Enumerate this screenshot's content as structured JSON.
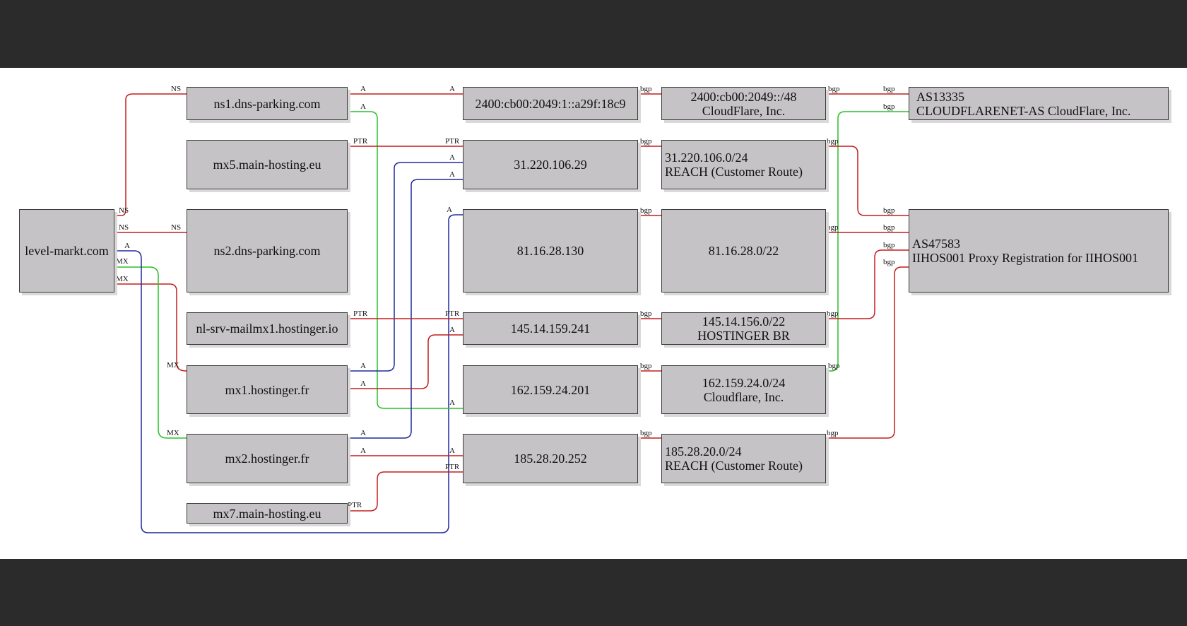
{
  "colors": {
    "red": "#c41e1e",
    "green": "#28c028",
    "blue": "#1e2a9a",
    "node_fill": "#c6c3c6"
  },
  "nodes": {
    "domain": {
      "lines": [
        "level-markt.com"
      ]
    },
    "ns1": {
      "lines": [
        "ns1.dns-parking.com"
      ]
    },
    "mx5": {
      "lines": [
        "mx5.main-hosting.eu"
      ]
    },
    "ns2": {
      "lines": [
        "ns2.dns-parking.com"
      ]
    },
    "nlsrv": {
      "lines": [
        "nl-srv-mailmx1.hostinger.io"
      ]
    },
    "mx1": {
      "lines": [
        "mx1.hostinger.fr"
      ]
    },
    "mx2": {
      "lines": [
        "mx2.hostinger.fr"
      ]
    },
    "mx7": {
      "lines": [
        "mx7.main-hosting.eu"
      ]
    },
    "ip6": {
      "lines": [
        "2400:cb00:2049:1::a29f:18c9"
      ]
    },
    "ip31": {
      "lines": [
        "31.220.106.29"
      ]
    },
    "ip81": {
      "lines": [
        "81.16.28.130"
      ]
    },
    "ip145": {
      "lines": [
        "145.14.159.241"
      ]
    },
    "ip162": {
      "lines": [
        "162.159.24.201"
      ]
    },
    "ip185": {
      "lines": [
        "185.28.20.252"
      ]
    },
    "pfx6": {
      "lines": [
        "2400:cb00:2049::/48",
        "CloudFlare, Inc."
      ]
    },
    "pfx31": {
      "lines": [
        "31.220.106.0/24",
        "REACH (Customer Route)"
      ]
    },
    "pfx81": {
      "lines": [
        "81.16.28.0/22"
      ]
    },
    "pfx145": {
      "lines": [
        "145.14.156.0/22",
        "HOSTINGER BR"
      ]
    },
    "pfx162": {
      "lines": [
        "162.159.24.0/24",
        "Cloudflare, Inc."
      ]
    },
    "pfx185": {
      "lines": [
        "185.28.20.0/24",
        "REACH (Customer Route)"
      ]
    },
    "as13335": {
      "lines": [
        "AS13335",
        "CLOUDFLARENET-AS CloudFlare, Inc."
      ]
    },
    "as47583": {
      "lines": [
        "AS47583",
        "IIHOS001 Proxy Registration for IIHOS001"
      ]
    }
  },
  "edge_labels": {
    "ns": "NS",
    "mx": "MX",
    "a": "A",
    "ptr": "PTR",
    "bgp": "bgp"
  }
}
